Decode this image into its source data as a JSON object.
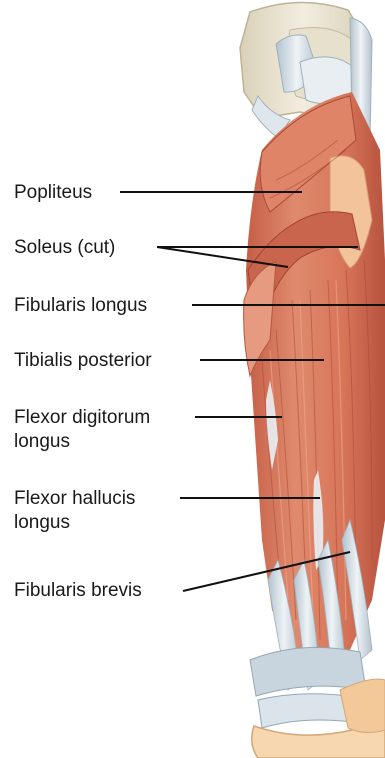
{
  "labels": [
    {
      "id": "popliteus",
      "line1": "Popliteus"
    },
    {
      "id": "soleus",
      "line1": "Soleus (cut)"
    },
    {
      "id": "fibularis-longus",
      "line1": "Fibularis longus"
    },
    {
      "id": "tibialis-posterior",
      "line1": "Tibialis posterior"
    },
    {
      "id": "flexor-digitorum-longus",
      "line1": "Flexor digitorum",
      "line2": "longus"
    },
    {
      "id": "flexor-hallucis-longus",
      "line1": "Flexor hallucis",
      "line2": "longus"
    },
    {
      "id": "fibularis-brevis",
      "line1": "Fibularis brevis"
    }
  ],
  "colors": {
    "muscle": "#d9775a",
    "muscle_dark": "#b95440",
    "muscle_light": "#ec9c80",
    "tendon": "#e4ecf1",
    "tendon_shade": "#aab9c5",
    "bone": "#e9e3cf",
    "bone_shade": "#c9c0a4",
    "fat": "#f2c196",
    "skin": "#f6d7b0"
  }
}
